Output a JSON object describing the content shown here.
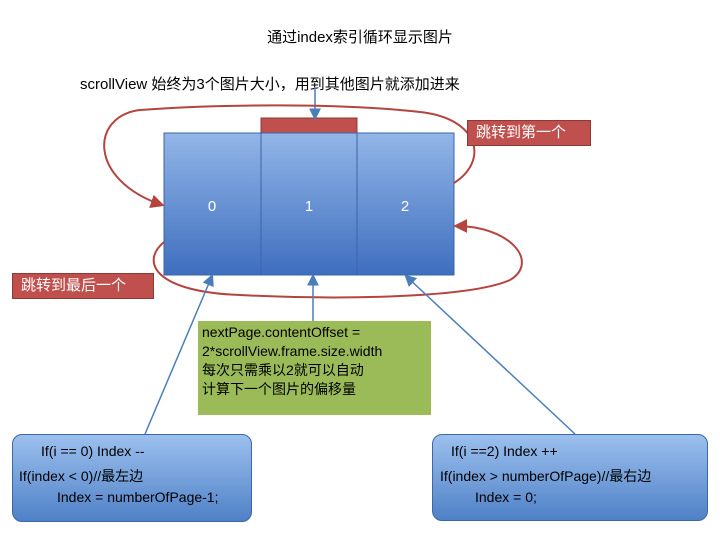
{
  "title": "通过index索引循环显示图片",
  "subtitle": "scrollView  始终为3个图片大小，用到其他图片就添加进来",
  "pages": [
    "0",
    "1",
    "2"
  ],
  "jump_first_label": "跳转到第一个",
  "jump_last_label": "跳转到最后一个",
  "note_lines": [
    "nextPage.contentOffset =",
    "2*scrollView.frame.size.width",
    "每次只需乘以2就可以自动",
    "计算下一个图片的偏移量"
  ],
  "left_code": [
    "If(i == 0) Index --",
    "If(index < 0)//最左边",
    "Index = numberOfPage-1;"
  ],
  "right_code": [
    "If(i ==2) Index ++",
    "If(index > numberOfPage)//最右边",
    "Index = 0;"
  ],
  "colors": {
    "page_fill_top": "#8fb3e6",
    "page_fill_bottom": "#3f6fbf",
    "red": "#c0504d",
    "green": "#9bbb59",
    "arrow_blue": "#4a7ebb"
  }
}
